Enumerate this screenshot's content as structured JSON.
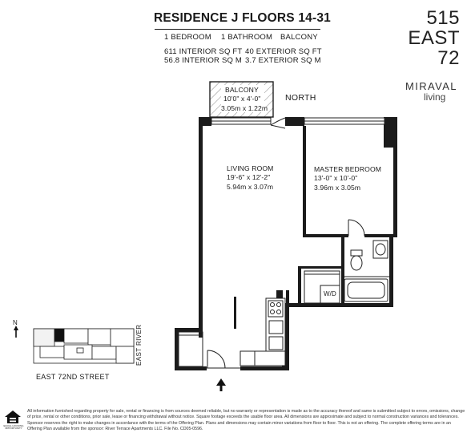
{
  "header": {
    "title": "RESIDENCE J FLOORS 14-31",
    "bedrooms": "1 BEDROOM",
    "bathrooms": "1 BATHROOM",
    "balcony": "BALCONY",
    "interior_sqft": "611 INTERIOR SQ FT",
    "exterior_sqft": "40 EXTERIOR SQ FT",
    "interior_sqm": "56.8 INTERIOR SQ M",
    "exterior_sqm": "3.7 EXTERIOR SQ M"
  },
  "logo": {
    "line1": "515",
    "line2": "EAST",
    "line3": "72",
    "brand": "MIRAVAL",
    "tagline": "living"
  },
  "compass": {
    "north": "NORTH",
    "key_n": "N"
  },
  "rooms": {
    "balcony": {
      "name": "BALCONY",
      "dim_imperial": "10'0\" x 4'-0\"",
      "dim_metric": "3.05m x 1.22m"
    },
    "living": {
      "name": "LIVING ROOM",
      "dim_imperial": "19'-6\" x 12'-2\"",
      "dim_metric": "5.94m x 3.07m"
    },
    "bedroom": {
      "name": "MASTER BEDROOM",
      "dim_imperial": "13'-0\" x 10'-0\"",
      "dim_metric": "3.96m x 3.05m"
    },
    "wd": "W/D"
  },
  "keyplan": {
    "street": "EAST 72ND STREET",
    "river": "EAST RIVER"
  },
  "footer": {
    "disclaimer": "All information furnished regarding property for sale, rental or financing is from sources deemed reliable, but no warranty or representation is made as to the accuracy thereof and same is submitted subject to errors, omissions, change of price, rental or other conditions, prior sale, lease or financing withdrawal without notice. Square footage exceeds the usable floor area. All dimensions are approximate and subject to normal construction variances and tolerances. Sponsor reserves the right to make changes in accordance with the terms of the Offering Plan. Plans and dimensions may contain minor variations from floor to floor. This is not an offering. The complete offering terms are in an Offering Plan available from the sponsor: River Terrace Apartments LLC. File No. CD05-0596.",
    "eho_text": "EQUAL HOUSING OPPORTUNITY"
  }
}
